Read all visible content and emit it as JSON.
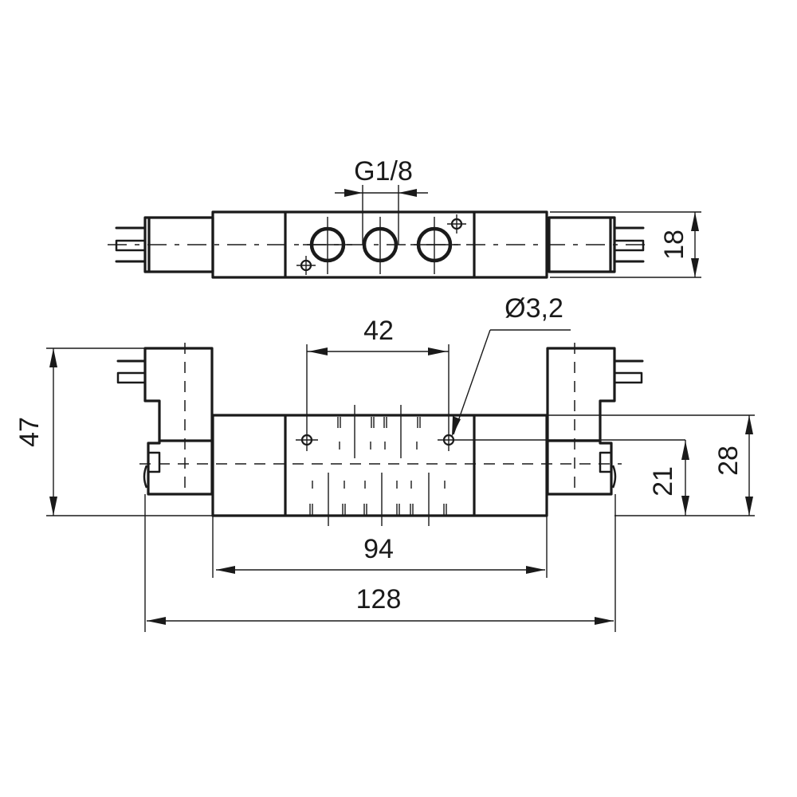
{
  "drawing": {
    "title": "Solenoid valve dimensional drawing",
    "units": "mm",
    "stroke_color": "#1a1a1a",
    "background": "#ffffff",
    "top_view": {
      "port_thread_label": "G1/8",
      "width_dim": "18",
      "port_count": 3
    },
    "front_view": {
      "height_total_dim": "47",
      "mounting_hole_spacing_dim": "42",
      "mounting_hole_diameter_dim": "Ø3,2",
      "body_height_dim": "28",
      "axis_height_dim": "21",
      "body_length_dim": "94",
      "overall_length_dim": "128"
    }
  }
}
